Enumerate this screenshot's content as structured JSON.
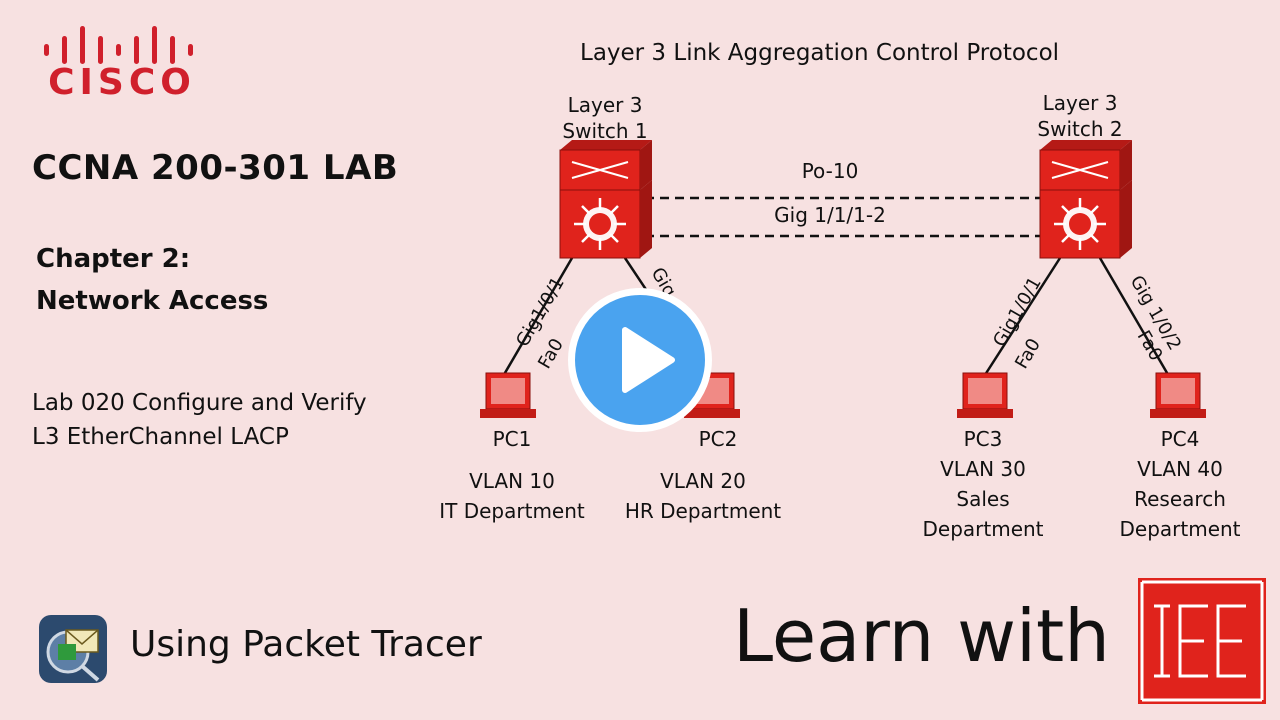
{
  "brand": {
    "cisco_wordmark": "CISCO",
    "cisco_color": "#d0202c"
  },
  "left": {
    "title": "CCNA 200-301 LAB",
    "chapter_line1": "Chapter 2:",
    "chapter_line2": "Network Access",
    "lab_line1": "Lab 020 Configure and Verify",
    "lab_line2": "L3 EtherChannel LACP"
  },
  "diagram": {
    "title": "Layer 3 Link Aggregation Control Protocol",
    "switch1": {
      "line1": "Layer 3",
      "line2": "Switch 1"
    },
    "switch2": {
      "line1": "Layer 3",
      "line2": "Switch 2"
    },
    "link_port_channel": "Po-10",
    "link_interfaces": "Gig 1/1/1-2",
    "pc1": {
      "name": "PC1",
      "vlan": "VLAN 10",
      "dept1": "IT Department",
      "dept2": "",
      "sw_port": "Gig1/0/1",
      "pc_port": "Fa0"
    },
    "pc2": {
      "name": "PC2",
      "vlan": "VLAN 20",
      "dept1": "HR Department",
      "dept2": "",
      "sw_port": "Gig",
      "pc_port": ""
    },
    "pc3": {
      "name": "PC3",
      "vlan": "VLAN 30",
      "dept1": "Sales",
      "dept2": "Department",
      "sw_port": "Gig1/0/1",
      "pc_port": "Fa0"
    },
    "pc4": {
      "name": "PC4",
      "vlan": "VLAN 40",
      "dept1": "Research",
      "dept2": "Department",
      "sw_port": "Gig 1/0/2",
      "pc_port": "Fa0"
    },
    "device_color": "#e0231c"
  },
  "footer": {
    "tool_label": "Using Packet Tracer",
    "learn_text": "Learn with",
    "iee_logo_text": "IEE"
  },
  "colors": {
    "background": "#f7e1e1",
    "play_button": "#4aa3ef"
  }
}
